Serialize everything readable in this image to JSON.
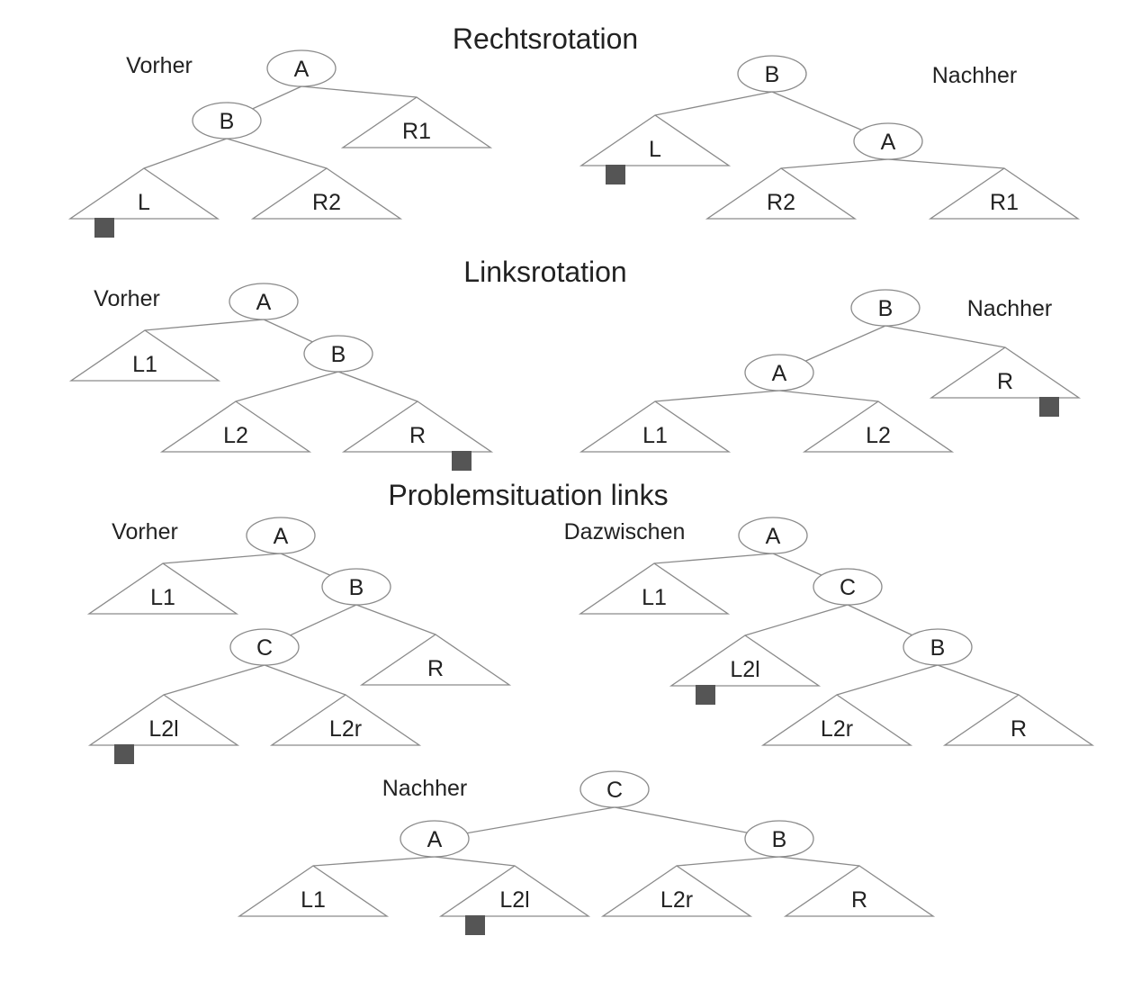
{
  "colors": {
    "line": "#8a8a8a",
    "text": "#222222",
    "marker": "#555555",
    "background": "#ffffff"
  },
  "sections": [
    {
      "title": "Rechtsrotation",
      "captions": [
        "Vorher",
        "Nachher"
      ]
    },
    {
      "title": "Linksrotation",
      "captions": [
        "Vorher",
        "Nachher"
      ]
    },
    {
      "title": "Problemsituation links",
      "captions": [
        "Vorher",
        "Dazwischen",
        "Nachher"
      ]
    }
  ],
  "trees": [
    {
      "id": "rechts-vorher",
      "nodes": [
        {
          "id": "n1",
          "type": "node",
          "label": "A"
        },
        {
          "id": "n2",
          "type": "node",
          "label": "B"
        },
        {
          "id": "n3",
          "type": "subtree",
          "label": "R1"
        },
        {
          "id": "n4",
          "type": "subtree",
          "label": "L",
          "marker": true
        },
        {
          "id": "n5",
          "type": "subtree",
          "label": "R2"
        }
      ],
      "edges": [
        [
          "n1",
          "n2"
        ],
        [
          "n1",
          "n3"
        ],
        [
          "n2",
          "n4"
        ],
        [
          "n2",
          "n5"
        ]
      ]
    },
    {
      "id": "rechts-nachher",
      "nodes": [
        {
          "id": "n1",
          "type": "node",
          "label": "B"
        },
        {
          "id": "n2",
          "type": "subtree",
          "label": "L",
          "marker": true
        },
        {
          "id": "n3",
          "type": "node",
          "label": "A"
        },
        {
          "id": "n4",
          "type": "subtree",
          "label": "R2"
        },
        {
          "id": "n5",
          "type": "subtree",
          "label": "R1"
        }
      ],
      "edges": [
        [
          "n1",
          "n2"
        ],
        [
          "n1",
          "n3"
        ],
        [
          "n3",
          "n4"
        ],
        [
          "n3",
          "n5"
        ]
      ]
    },
    {
      "id": "links-vorher",
      "nodes": [
        {
          "id": "n1",
          "type": "node",
          "label": "A"
        },
        {
          "id": "n2",
          "type": "subtree",
          "label": "L1"
        },
        {
          "id": "n3",
          "type": "node",
          "label": "B"
        },
        {
          "id": "n4",
          "type": "subtree",
          "label": "L2"
        },
        {
          "id": "n5",
          "type": "subtree",
          "label": "R",
          "marker": true
        }
      ],
      "edges": [
        [
          "n1",
          "n2"
        ],
        [
          "n1",
          "n3"
        ],
        [
          "n3",
          "n4"
        ],
        [
          "n3",
          "n5"
        ]
      ]
    },
    {
      "id": "links-nachher",
      "nodes": [
        {
          "id": "n1",
          "type": "node",
          "label": "B"
        },
        {
          "id": "n2",
          "type": "node",
          "label": "A"
        },
        {
          "id": "n3",
          "type": "subtree",
          "label": "R",
          "marker": true
        },
        {
          "id": "n4",
          "type": "subtree",
          "label": "L1"
        },
        {
          "id": "n5",
          "type": "subtree",
          "label": "L2"
        }
      ],
      "edges": [
        [
          "n1",
          "n2"
        ],
        [
          "n1",
          "n3"
        ],
        [
          "n2",
          "n4"
        ],
        [
          "n2",
          "n5"
        ]
      ]
    },
    {
      "id": "problem-vorher",
      "nodes": [
        {
          "id": "n1",
          "type": "node",
          "label": "A"
        },
        {
          "id": "n2",
          "type": "subtree",
          "label": "L1"
        },
        {
          "id": "n3",
          "type": "node",
          "label": "B"
        },
        {
          "id": "n4",
          "type": "node",
          "label": "C"
        },
        {
          "id": "n5",
          "type": "subtree",
          "label": "R"
        },
        {
          "id": "n6",
          "type": "subtree",
          "label": "L2l",
          "marker": true
        },
        {
          "id": "n7",
          "type": "subtree",
          "label": "L2r"
        }
      ],
      "edges": [
        [
          "n1",
          "n2"
        ],
        [
          "n1",
          "n3"
        ],
        [
          "n3",
          "n4"
        ],
        [
          "n3",
          "n5"
        ],
        [
          "n4",
          "n6"
        ],
        [
          "n4",
          "n7"
        ]
      ]
    },
    {
      "id": "problem-dazwischen",
      "nodes": [
        {
          "id": "n1",
          "type": "node",
          "label": "A"
        },
        {
          "id": "n2",
          "type": "subtree",
          "label": "L1"
        },
        {
          "id": "n3",
          "type": "node",
          "label": "C"
        },
        {
          "id": "n4",
          "type": "subtree",
          "label": "L2l",
          "marker": true
        },
        {
          "id": "n5",
          "type": "node",
          "label": "B"
        },
        {
          "id": "n6",
          "type": "subtree",
          "label": "L2r"
        },
        {
          "id": "n7",
          "type": "subtree",
          "label": "R"
        }
      ],
      "edges": [
        [
          "n1",
          "n2"
        ],
        [
          "n1",
          "n3"
        ],
        [
          "n3",
          "n4"
        ],
        [
          "n3",
          "n5"
        ],
        [
          "n5",
          "n6"
        ],
        [
          "n5",
          "n7"
        ]
      ]
    },
    {
      "id": "problem-nachher",
      "nodes": [
        {
          "id": "n1",
          "type": "node",
          "label": "C"
        },
        {
          "id": "n2",
          "type": "node",
          "label": "A"
        },
        {
          "id": "n3",
          "type": "node",
          "label": "B"
        },
        {
          "id": "n4",
          "type": "subtree",
          "label": "L1"
        },
        {
          "id": "n5",
          "type": "subtree",
          "label": "L2l",
          "marker": true
        },
        {
          "id": "n6",
          "type": "subtree",
          "label": "L2r"
        },
        {
          "id": "n7",
          "type": "subtree",
          "label": "R"
        }
      ],
      "edges": [
        [
          "n1",
          "n2"
        ],
        [
          "n1",
          "n3"
        ],
        [
          "n2",
          "n4"
        ],
        [
          "n2",
          "n5"
        ],
        [
          "n3",
          "n6"
        ],
        [
          "n3",
          "n7"
        ]
      ]
    }
  ]
}
